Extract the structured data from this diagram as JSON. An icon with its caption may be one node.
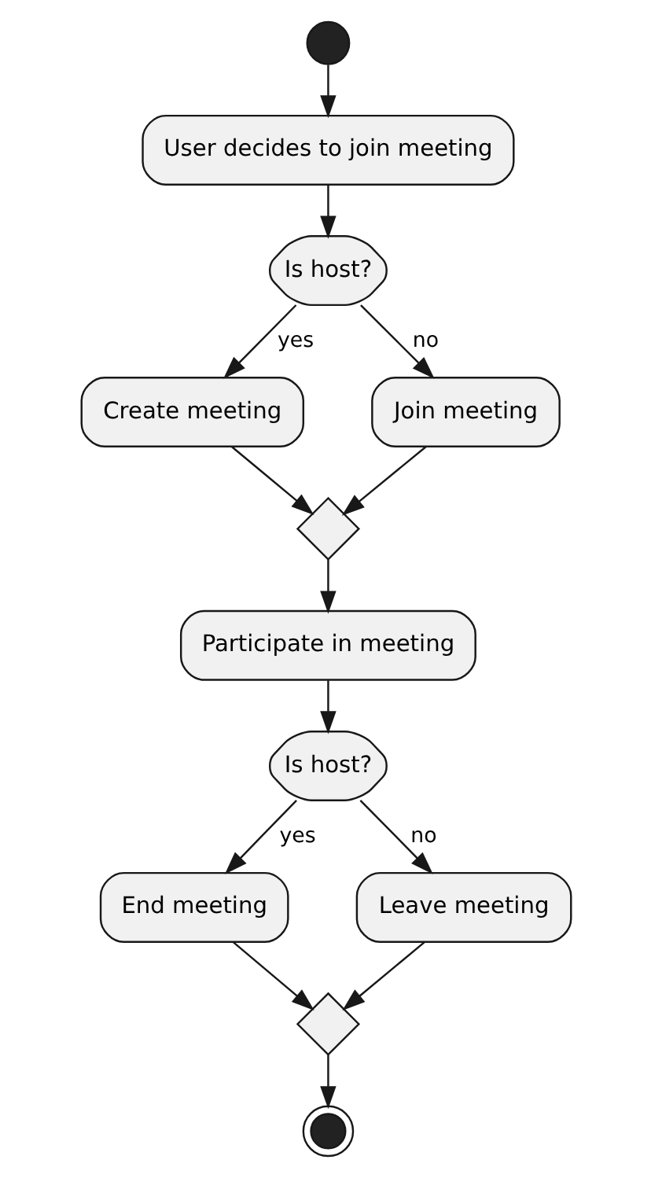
{
  "diagram": {
    "nodes": [
      {
        "text": [],
        "shape": "circle"
      },
      {
        "text": [
          "User decides to join meeting"
        ]
      },
      {
        "text": [
          "Is host?"
        ]
      },
      {
        "text": [
          "Create meeting"
        ]
      },
      {
        "text": [
          "Join meeting"
        ]
      },
      {
        "text": [],
        "shape": "diamond"
      },
      {
        "text": [
          "Participate in meeting"
        ]
      },
      {
        "text": [
          "Is host?"
        ]
      },
      {
        "text": [
          "End meeting"
        ]
      },
      {
        "text": [
          "Leave meeting"
        ]
      },
      {
        "text": [],
        "shape": "diamond"
      },
      {
        "text": [],
        "shape": "circle"
      }
    ],
    "edges": [
      {
        "from": 0,
        "to": 1,
        "arrow": "to"
      },
      {
        "from": 1,
        "to": 2,
        "arrow": "to"
      },
      {
        "from": 2,
        "to": 3,
        "arrow": "to",
        "label": "yes"
      },
      {
        "from": 2,
        "to": 4,
        "arrow": "to",
        "label": "no"
      },
      {
        "from": 3,
        "to": 5,
        "arrow": "to"
      },
      {
        "from": 4,
        "to": 5,
        "arrow": "to"
      },
      {
        "from": 5,
        "to": 6,
        "arrow": "to"
      },
      {
        "from": 6,
        "to": 7,
        "arrow": "to"
      },
      {
        "from": 7,
        "to": 8,
        "arrow": "to",
        "label": "yes"
      },
      {
        "from": 7,
        "to": 9,
        "arrow": "to",
        "label": "no"
      },
      {
        "from": 8,
        "to": 10,
        "arrow": "to"
      },
      {
        "from": 9,
        "to": 10,
        "arrow": "to"
      },
      {
        "from": 10,
        "to": 11,
        "arrow": "to"
      }
    ]
  }
}
